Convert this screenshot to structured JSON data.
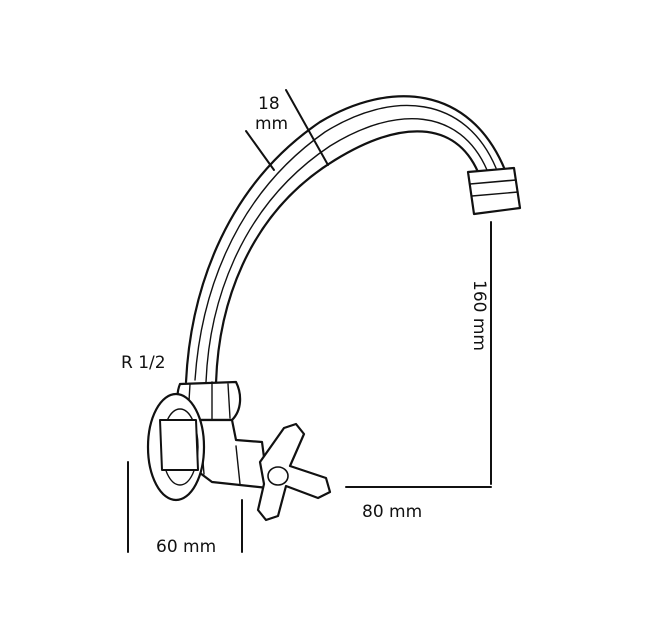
{
  "labels": {
    "pipe_diameter_value": "18",
    "pipe_diameter_unit": "mm",
    "thread": "R 1/2",
    "height": "160 mm",
    "reach": "80 mm",
    "wall_offset": "60 mm"
  },
  "colors": {
    "ink": "#111111",
    "paper": "#ffffff"
  }
}
